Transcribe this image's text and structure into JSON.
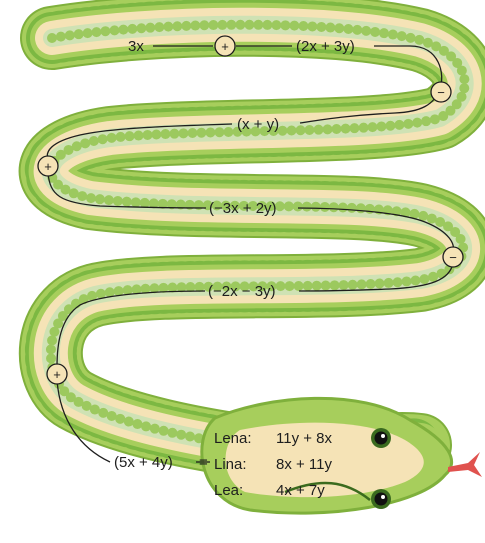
{
  "path_labels": {
    "term_1": "3x",
    "term_2": "(2x + 3y)",
    "term_3": "(x + y)",
    "term_4": "(−3x + 2y)",
    "term_5": "(−2x − 3y)",
    "start_expression": "(5x + 4y)",
    "equals": "="
  },
  "operators": {
    "op_1": "+",
    "op_2": "−",
    "op_3": "+",
    "op_4": "−",
    "op_5": "+"
  },
  "answers": [
    {
      "name": "Lena:",
      "result": "11y + 8x"
    },
    {
      "name": "Lina:",
      "result": "8x + 11y"
    },
    {
      "name": "Lea:",
      "result": "4x + 7y"
    }
  ],
  "colors": {
    "snake_outer": "#a7ce5c",
    "snake_outer_edge": "#7fb03c",
    "snake_belly": "#f5e3b6",
    "snake_inner": "#cfe2b4",
    "spots": "#7cb842",
    "tongue": "#e0524e",
    "line": "#1e1e1e"
  }
}
